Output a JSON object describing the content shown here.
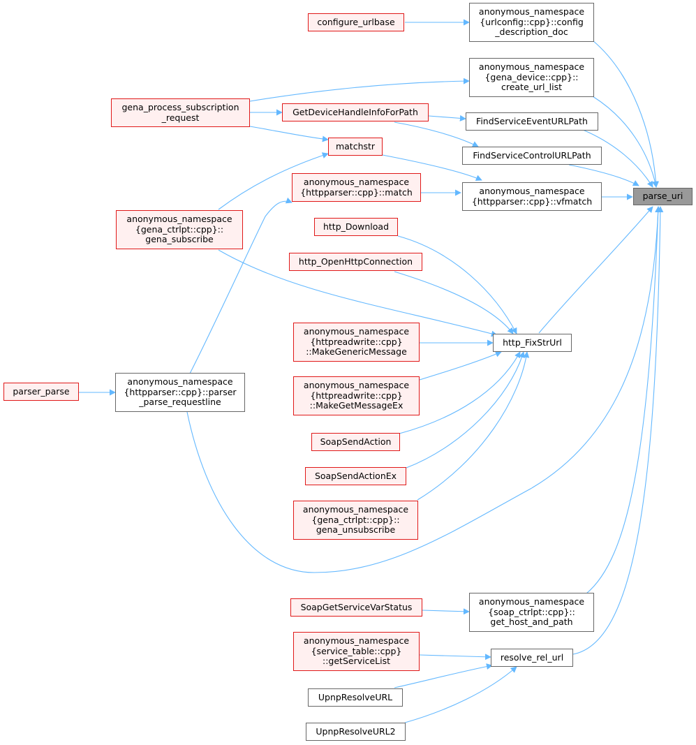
{
  "colors": {
    "edge": "#63b8ff",
    "external_node_fill": "#fff0f0",
    "external_node_border": "#e01818",
    "internal_node_border": "#666666",
    "focus_node_fill": "#999999"
  },
  "nodes": {
    "parse_uri": {
      "lines": [
        "parse_uri"
      ]
    },
    "configure_urlbase": {
      "lines": [
        "configure_urlbase"
      ]
    },
    "config_description_doc": {
      "lines": [
        "anonymous_namespace",
        "{urlconfig::cpp}::config",
        "_description_doc"
      ]
    },
    "create_url_list": {
      "lines": [
        "anonymous_namespace",
        "{gena_device::cpp}::",
        "create_url_list"
      ]
    },
    "gena_process_subscription_request": {
      "lines": [
        "gena_process_subscription",
        "_request"
      ]
    },
    "GetDeviceHandleInfoForPath": {
      "lines": [
        "GetDeviceHandleInfoForPath"
      ]
    },
    "FindServiceEventURLPath": {
      "lines": [
        "FindServiceEventURLPath"
      ]
    },
    "matchstr": {
      "lines": [
        "matchstr"
      ]
    },
    "FindServiceControlURLPath": {
      "lines": [
        "FindServiceControlURLPath"
      ]
    },
    "httpparser_match": {
      "lines": [
        "anonymous_namespace",
        "{httpparser::cpp}::match"
      ]
    },
    "httpparser_vfmatch": {
      "lines": [
        "anonymous_namespace",
        "{httpparser::cpp}::vfmatch"
      ]
    },
    "gena_subscribe": {
      "lines": [
        "anonymous_namespace",
        "{gena_ctrlpt::cpp}::",
        "gena_subscribe"
      ]
    },
    "http_Download": {
      "lines": [
        "http_Download"
      ]
    },
    "http_OpenHttpConnection": {
      "lines": [
        "http_OpenHttpConnection"
      ]
    },
    "MakeGenericMessage": {
      "lines": [
        "anonymous_namespace",
        "{httpreadwrite::cpp}",
        "::MakeGenericMessage"
      ]
    },
    "http_FixStrUrl": {
      "lines": [
        "http_FixStrUrl"
      ]
    },
    "parser_parse": {
      "lines": [
        "parser_parse"
      ]
    },
    "parser_parse_requestline": {
      "lines": [
        "anonymous_namespace",
        "{httpparser::cpp}::parser",
        "_parse_requestline"
      ]
    },
    "MakeGetMessageEx": {
      "lines": [
        "anonymous_namespace",
        "{httpreadwrite::cpp}",
        "::MakeGetMessageEx"
      ]
    },
    "SoapSendAction": {
      "lines": [
        "SoapSendAction"
      ]
    },
    "SoapSendActionEx": {
      "lines": [
        "SoapSendActionEx"
      ]
    },
    "gena_unsubscribe": {
      "lines": [
        "anonymous_namespace",
        "{gena_ctrlpt::cpp}::",
        "gena_unsubscribe"
      ]
    },
    "SoapGetServiceVarStatus": {
      "lines": [
        "SoapGetServiceVarStatus"
      ]
    },
    "get_host_and_path": {
      "lines": [
        "anonymous_namespace",
        "{soap_ctrlpt::cpp}::",
        "get_host_and_path"
      ]
    },
    "getServiceList": {
      "lines": [
        "anonymous_namespace",
        "{service_table::cpp}",
        "::getServiceList"
      ]
    },
    "resolve_rel_url": {
      "lines": [
        "resolve_rel_url"
      ]
    },
    "UpnpResolveURL": {
      "lines": [
        "UpnpResolveURL"
      ]
    },
    "UpnpResolveURL2": {
      "lines": [
        "UpnpResolveURL2"
      ]
    }
  },
  "edges": [
    [
      "configure_urlbase",
      "config_description_doc"
    ],
    [
      "config_description_doc",
      "parse_uri"
    ],
    [
      "gena_process_subscription_request",
      "create_url_list"
    ],
    [
      "create_url_list",
      "parse_uri"
    ],
    [
      "gena_process_subscription_request",
      "GetDeviceHandleInfoForPath"
    ],
    [
      "gena_process_subscription_request",
      "matchstr"
    ],
    [
      "GetDeviceHandleInfoForPath",
      "FindServiceEventURLPath"
    ],
    [
      "GetDeviceHandleInfoForPath",
      "FindServiceControlURLPath"
    ],
    [
      "FindServiceEventURLPath",
      "parse_uri"
    ],
    [
      "FindServiceControlURLPath",
      "parse_uri"
    ],
    [
      "gena_subscribe",
      "matchstr"
    ],
    [
      "matchstr",
      "httpparser_vfmatch"
    ],
    [
      "httpparser_match",
      "httpparser_vfmatch"
    ],
    [
      "httpparser_vfmatch",
      "parse_uri"
    ],
    [
      "parser_parse_requestline",
      "httpparser_match"
    ],
    [
      "gena_subscribe",
      "http_FixStrUrl"
    ],
    [
      "http_Download",
      "http_FixStrUrl"
    ],
    [
      "http_OpenHttpConnection",
      "http_FixStrUrl"
    ],
    [
      "MakeGenericMessage",
      "http_FixStrUrl"
    ],
    [
      "MakeGetMessageEx",
      "http_FixStrUrl"
    ],
    [
      "SoapSendAction",
      "http_FixStrUrl"
    ],
    [
      "SoapSendActionEx",
      "http_FixStrUrl"
    ],
    [
      "gena_unsubscribe",
      "http_FixStrUrl"
    ],
    [
      "http_FixStrUrl",
      "parse_uri"
    ],
    [
      "parser_parse",
      "parser_parse_requestline"
    ],
    [
      "parser_parse_requestline",
      "parse_uri"
    ],
    [
      "SoapGetServiceVarStatus",
      "get_host_and_path"
    ],
    [
      "get_host_and_path",
      "parse_uri"
    ],
    [
      "getServiceList",
      "resolve_rel_url"
    ],
    [
      "UpnpResolveURL",
      "resolve_rel_url"
    ],
    [
      "UpnpResolveURL2",
      "resolve_rel_url"
    ],
    [
      "resolve_rel_url",
      "parse_uri"
    ]
  ]
}
